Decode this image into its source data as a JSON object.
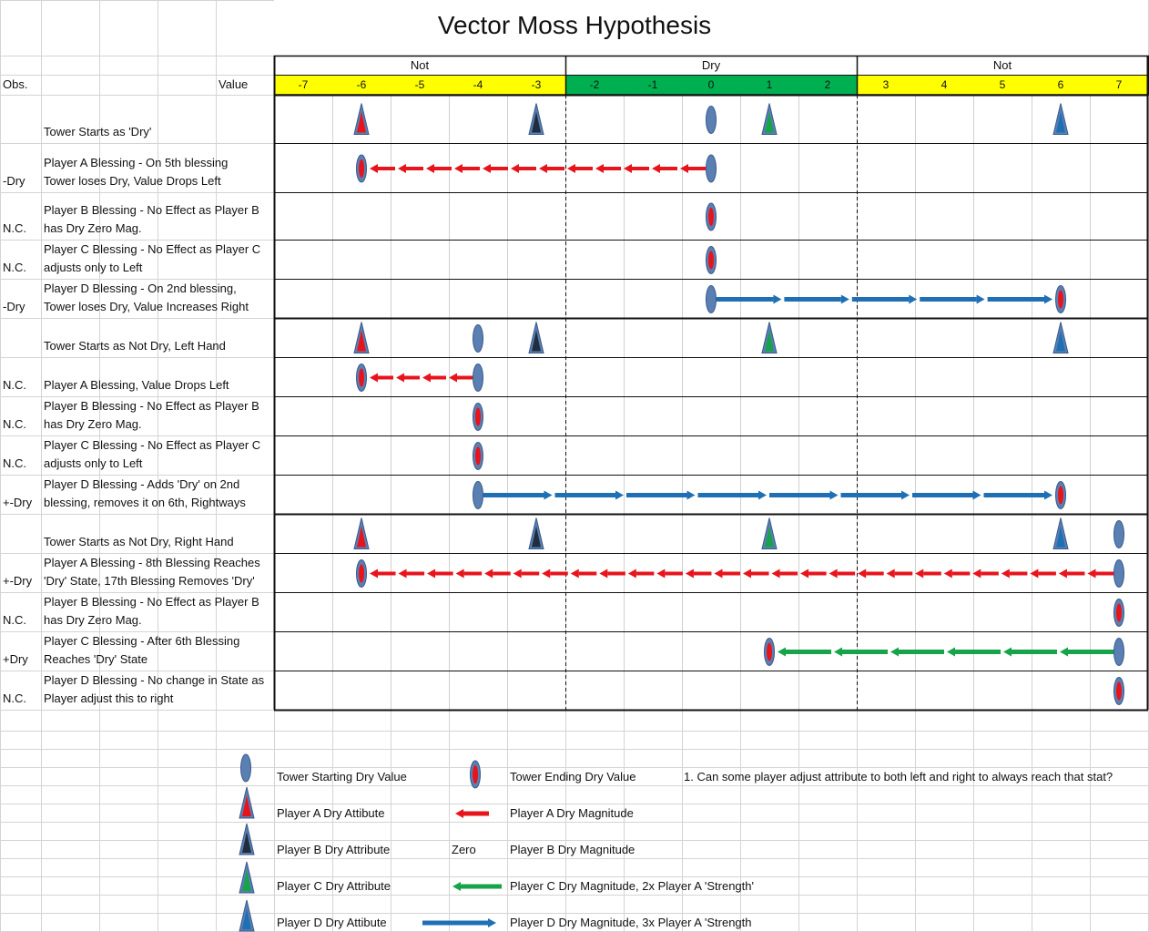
{
  "title": "Vector Moss Hypothesis",
  "header": {
    "obs_label": "Obs.",
    "value_label": "Value",
    "sections": [
      "Not",
      "Dry",
      "Not"
    ]
  },
  "ticks": [
    -7,
    -6,
    -5,
    -4,
    -3,
    -2,
    -1,
    0,
    1,
    2,
    3,
    4,
    5,
    6,
    7
  ],
  "colors": {
    "player_a": "#e8141c",
    "player_b": "#1f2d3d",
    "player_c": "#17a34a",
    "player_d": "#1f6fb5",
    "tower": "#5a7fb3",
    "tick_yellow": "#ffff00",
    "tick_green": "#00b050"
  },
  "rows": [
    {
      "obs": "",
      "lines": [
        "",
        "Tower Starts as 'Dry'"
      ],
      "markers": [
        {
          "kind": "triangle",
          "player": "a",
          "x": -6
        },
        {
          "kind": "triangle",
          "player": "b",
          "x": -3
        },
        {
          "kind": "oval",
          "player": "tower",
          "x": 0
        },
        {
          "kind": "triangle",
          "player": "c",
          "x": 1
        },
        {
          "kind": "triangle",
          "player": "d",
          "x": 6
        }
      ],
      "arrow": null
    },
    {
      "obs": "-Dry",
      "lines": [
        "Player  A Blessing - On 5th blessing",
        "Tower loses Dry, Value Drops Left"
      ],
      "markers": [
        {
          "kind": "end",
          "x": -6
        },
        {
          "kind": "oval",
          "player": "tower",
          "x": 0
        }
      ],
      "arrow": {
        "player": "a",
        "from": 0,
        "to": -6
      }
    },
    {
      "obs": "N.C.",
      "lines": [
        "Player  B Blessing - No Effect as Player B",
        "has Dry Zero Mag."
      ],
      "markers": [
        {
          "kind": "end",
          "x": 0
        }
      ],
      "arrow": null
    },
    {
      "obs": "N.C.",
      "lines": [
        "Player  C Blessing - No Effect as Player C",
        "adjusts only to Left"
      ],
      "markers": [
        {
          "kind": "end",
          "x": 0
        }
      ],
      "arrow": null
    },
    {
      "obs": "-Dry",
      "lines": [
        "Player D Blessing -  On 2nd blessing,",
        "Tower loses Dry, Value Increases Right"
      ],
      "markers": [
        {
          "kind": "oval",
          "player": "tower",
          "x": 0
        },
        {
          "kind": "end",
          "x": 6
        }
      ],
      "arrow": {
        "player": "d",
        "from": 0,
        "to": 6
      }
    },
    {
      "obs": "",
      "lines": [
        "",
        "Tower Starts as Not Dry, Left Hand"
      ],
      "markers": [
        {
          "kind": "triangle",
          "player": "a",
          "x": -6
        },
        {
          "kind": "oval",
          "player": "tower",
          "x": -4
        },
        {
          "kind": "triangle",
          "player": "b",
          "x": -3
        },
        {
          "kind": "triangle",
          "player": "c",
          "x": 1
        },
        {
          "kind": "triangle",
          "player": "d",
          "x": 6
        }
      ],
      "arrow": null
    },
    {
      "obs": "N.C.",
      "lines": [
        "",
        "Player A Blessing, Value Drops Left"
      ],
      "markers": [
        {
          "kind": "end",
          "x": -6
        },
        {
          "kind": "oval",
          "player": "tower",
          "x": -4
        }
      ],
      "arrow": {
        "player": "a",
        "from": -4,
        "to": -6
      }
    },
    {
      "obs": "N.C.",
      "lines": [
        "Player  B Blessing - No Effect as Player B",
        "has Dry Zero Mag."
      ],
      "markers": [
        {
          "kind": "end",
          "x": -4
        }
      ],
      "arrow": null
    },
    {
      "obs": "N.C.",
      "lines": [
        "Player  C Blessing - No Effect as Player C",
        "adjusts only to Left"
      ],
      "markers": [
        {
          "kind": "end",
          "x": -4
        }
      ],
      "arrow": null
    },
    {
      "obs": "+-Dry",
      "lines": [
        "Player  D Blessing - Adds 'Dry' on 2nd",
        "blessing, removes it on 6th, Rightways"
      ],
      "markers": [
        {
          "kind": "oval",
          "player": "tower",
          "x": -4
        },
        {
          "kind": "end",
          "x": 6
        }
      ],
      "arrow": {
        "player": "d",
        "from": -4,
        "to": 6
      }
    },
    {
      "obs": "",
      "lines": [
        "",
        "Tower Starts as Not Dry, Right Hand"
      ],
      "markers": [
        {
          "kind": "triangle",
          "player": "a",
          "x": -6
        },
        {
          "kind": "triangle",
          "player": "b",
          "x": -3
        },
        {
          "kind": "triangle",
          "player": "c",
          "x": 1
        },
        {
          "kind": "triangle",
          "player": "d",
          "x": 6
        },
        {
          "kind": "oval",
          "player": "tower",
          "x": 7
        }
      ],
      "arrow": null
    },
    {
      "obs": "+-Dry",
      "lines": [
        "Player  A Blessing - 8th Blessing Reaches",
        "'Dry' State, 17th Blessing Removes 'Dry'"
      ],
      "markers": [
        {
          "kind": "end",
          "x": -6
        },
        {
          "kind": "oval",
          "player": "tower",
          "x": 7
        }
      ],
      "arrow": {
        "player": "a",
        "from": 7,
        "to": -6
      }
    },
    {
      "obs": "N.C.",
      "lines": [
        "Player  B Blessing - No Effect as Player B",
        "has Dry Zero Mag."
      ],
      "markers": [
        {
          "kind": "end",
          "x": 7
        }
      ],
      "arrow": null
    },
    {
      "obs": "+Dry",
      "lines": [
        "Player  C Blessing - After 6th Blessing",
        "Reaches 'Dry' State"
      ],
      "markers": [
        {
          "kind": "end",
          "x": 1
        },
        {
          "kind": "oval",
          "player": "tower",
          "x": 7
        }
      ],
      "arrow": {
        "player": "c",
        "from": 7,
        "to": 1
      }
    },
    {
      "obs": "N.C.",
      "lines": [
        "Player  D Blessing - No change in State as",
        "Player adjust this to right"
      ],
      "markers": [
        {
          "kind": "end",
          "x": 7
        }
      ],
      "arrow": null
    }
  ],
  "legend": {
    "tower_start": "Tower Starting Dry Value",
    "tower_end": "Tower Ending Dry Value",
    "note": "1. Can some player adjust attribute to both left and right to always reach that stat?",
    "player_a_attr": "Player A Dry Attibute",
    "player_a_mag": "Player A Dry Magnitude",
    "player_b_attr": "Player B Dry Attribute",
    "zero": "Zero",
    "player_b_mag": "Player B Dry Magnitude",
    "player_c_attr": "Player C Dry Attribute",
    "player_c_mag": "Player C Dry Magnitude, 2x Player A 'Strength'",
    "player_d_attr": "Player D Dry Attibute",
    "player_d_mag": "Player D Dry Magnitude, 3x Player A 'Strength"
  }
}
